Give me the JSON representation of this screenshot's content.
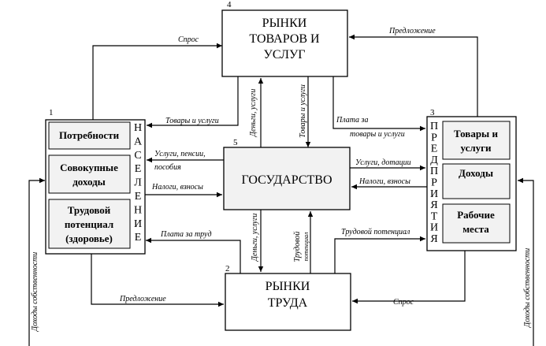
{
  "markets_goods": {
    "number": "4",
    "title_lines": [
      "РЫНКИ",
      "ТОВАРОВ И",
      "УСЛУГ"
    ]
  },
  "markets_labor": {
    "number": "2",
    "title_lines": [
      "РЫНКИ",
      "ТРУДА"
    ]
  },
  "government": {
    "number": "5",
    "title": "ГОСУДАРСТВО"
  },
  "population": {
    "number": "1",
    "vertical_label": [
      "Н",
      "А",
      "С",
      "Е",
      "Л",
      "Е",
      "Н",
      "И",
      "Е"
    ],
    "items": [
      {
        "lines": [
          "Потребности"
        ]
      },
      {
        "lines": [
          "Совокупные",
          "доходы"
        ]
      },
      {
        "lines": [
          "Трудовой",
          "потенциал",
          "(здоровье)"
        ]
      }
    ]
  },
  "enterprises": {
    "number": "3",
    "vertical_label": [
      "П",
      "Р",
      "Е",
      "Д",
      "П",
      "Р",
      "И",
      "Я",
      "Т",
      "И",
      "Я"
    ],
    "items": [
      {
        "lines": [
          "Товары и",
          "услуги"
        ]
      },
      {
        "lines": [
          "Доходы"
        ]
      },
      {
        "lines": [
          "Рабочие",
          "места"
        ]
      }
    ]
  },
  "flows": {
    "demand_top": "Спрос",
    "supply_top": "Предложение",
    "goods_to_population": "Товары и услуги",
    "money_services": "Деньги, услуги",
    "goods_services": "Товары и услуги",
    "payment_goods": [
      "Плата за",
      "товары и услуги"
    ],
    "services_pensions": [
      "Услуги, пенсии,",
      "пособия"
    ],
    "taxes_population": "Налоги, взносы",
    "services_subsidies": "Услуги, дотации",
    "taxes_enterprises": "Налоги, взносы",
    "wage_payment": "Плата за труд",
    "labor_potential": "Трудовой потенциал",
    "money_services_2": "Деньги, услуги",
    "labor_potential_2": [
      "Трудовой",
      "потенциал"
    ],
    "supply_bottom": "Предложение",
    "demand_bottom": "Спрос",
    "income_left": "Доходы собственности",
    "income_right": "Доходы собственности"
  }
}
